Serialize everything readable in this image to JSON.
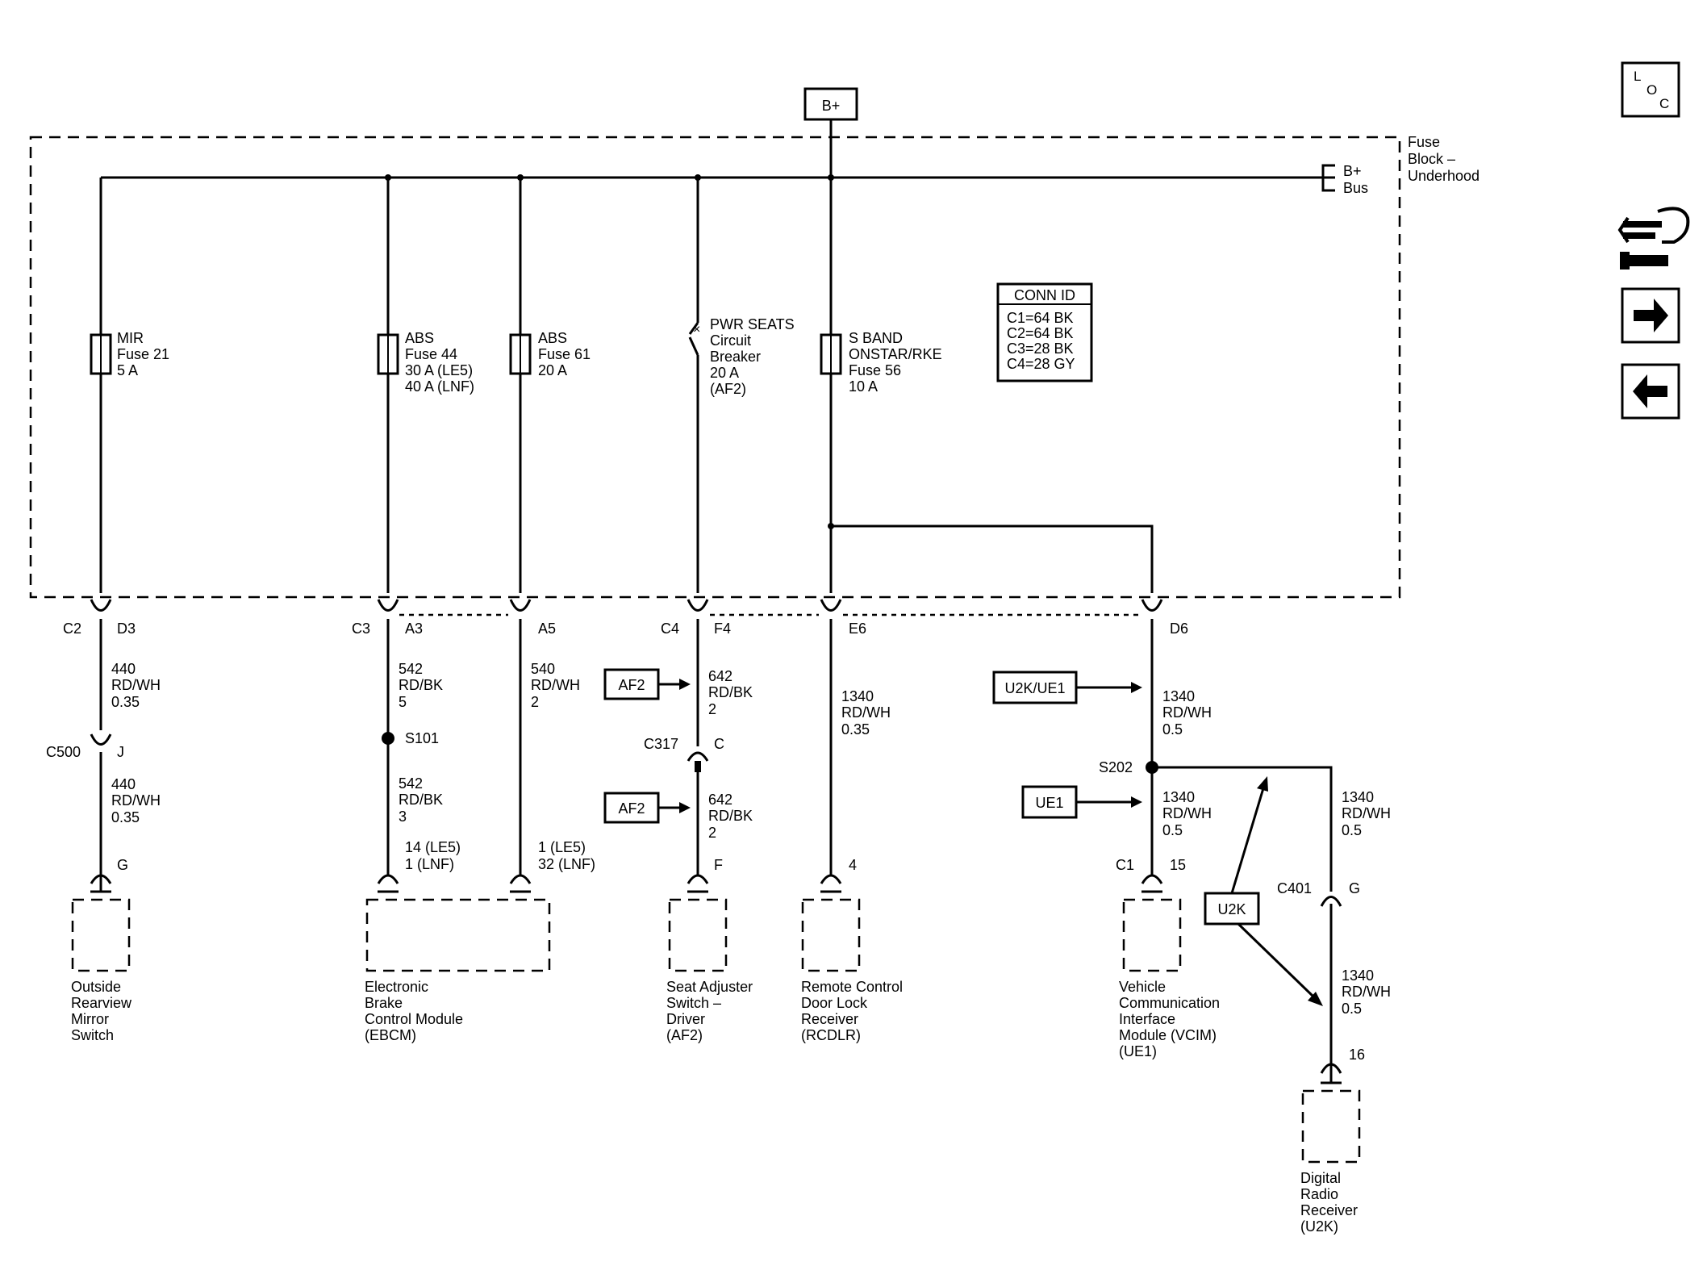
{
  "power": {
    "bplus": "B+",
    "bus_line1": "B+",
    "bus_line2": "Bus"
  },
  "fuse_block": {
    "line1": "Fuse",
    "line2": "Block –",
    "line3": "Underhood"
  },
  "conn_id": {
    "title": "CONN ID",
    "rows": [
      "C1=64 BK",
      "C2=64 BK",
      "C3=28 BK",
      "C4=28 GY"
    ]
  },
  "fuses": [
    {
      "lines": [
        "MIR",
        "Fuse 21",
        "5 A"
      ]
    },
    {
      "lines": [
        "ABS",
        "Fuse 44",
        "30 A (LE5)",
        "40 A (LNF)"
      ]
    },
    {
      "lines": [
        "ABS",
        "Fuse 61",
        "20 A"
      ]
    },
    {
      "lines": [
        "PWR SEATS",
        "Circuit",
        "Breaker",
        "20 A",
        "(AF2)"
      ]
    },
    {
      "lines": [
        "S BAND",
        "ONSTAR/RKE",
        "Fuse 56",
        "10 A"
      ]
    }
  ],
  "connectors": {
    "c2": "C2",
    "d3": "D3",
    "c3": "C3",
    "a3": "A3",
    "a5": "A5",
    "c4": "C4",
    "f4": "F4",
    "e6": "E6",
    "d6": "D6",
    "c500": "C500",
    "j": "J",
    "g1": "G",
    "s101": "S101",
    "pin14": "14 (LE5)",
    "pin1lnf": "1 (LNF)",
    "pin1le5": "1 (LE5)",
    "pin32": "32 (LNF)",
    "c317": "C317",
    "c": "C",
    "f": "F",
    "pin4": "4",
    "s202": "S202",
    "c1": "C1",
    "pin15": "15",
    "c401": "C401",
    "g2": "G",
    "pin16": "16"
  },
  "wires": [
    {
      "lines": [
        "440",
        "RD/WH",
        "0.35"
      ]
    },
    {
      "lines": [
        "440",
        "RD/WH",
        "0.35"
      ]
    },
    {
      "lines": [
        "542",
        "RD/BK",
        "5"
      ]
    },
    {
      "lines": [
        "542",
        "RD/BK",
        "3"
      ]
    },
    {
      "lines": [
        "540",
        "RD/WH",
        "2"
      ]
    },
    {
      "lines": [
        "642",
        "RD/BK",
        "2"
      ]
    },
    {
      "lines": [
        "642",
        "RD/BK",
        "2"
      ]
    },
    {
      "lines": [
        "1340",
        "RD/WH",
        "0.35"
      ]
    },
    {
      "lines": [
        "1340",
        "RD/WH",
        "0.5"
      ]
    },
    {
      "lines": [
        "1340",
        "RD/WH",
        "0.5"
      ]
    },
    {
      "lines": [
        "1340",
        "RD/WH",
        "0.5"
      ]
    },
    {
      "lines": [
        "1340",
        "RD/WH",
        "0.5"
      ]
    }
  ],
  "option_tags": {
    "af2_a": "AF2",
    "af2_b": "AF2",
    "u2k_ue1": "U2K/UE1",
    "ue1": "UE1",
    "u2k": "U2K"
  },
  "components": [
    {
      "lines": [
        "Outside",
        "Rearview",
        "Mirror",
        "Switch"
      ]
    },
    {
      "lines": [
        "Electronic",
        "Brake",
        "Control Module",
        "(EBCM)"
      ]
    },
    {
      "lines": [
        "Seat Adjuster",
        "Switch –",
        "Driver",
        "(AF2)"
      ]
    },
    {
      "lines": [
        "Remote Control",
        "Door Lock",
        "Receiver",
        "(RCDLR)"
      ]
    },
    {
      "lines": [
        "Vehicle",
        "Communication",
        "Interface",
        "Module (VCIM)",
        "(UE1)"
      ]
    },
    {
      "lines": [
        "Digital",
        "Radio",
        "Receiver",
        "(U2K)"
      ]
    }
  ],
  "nav": {
    "loc_l": "L",
    "loc_o": "O",
    "loc_c": "C",
    "icons": [
      "connector-end-view-icon",
      "next-page-arrow-icon",
      "previous-page-arrow-icon"
    ]
  }
}
